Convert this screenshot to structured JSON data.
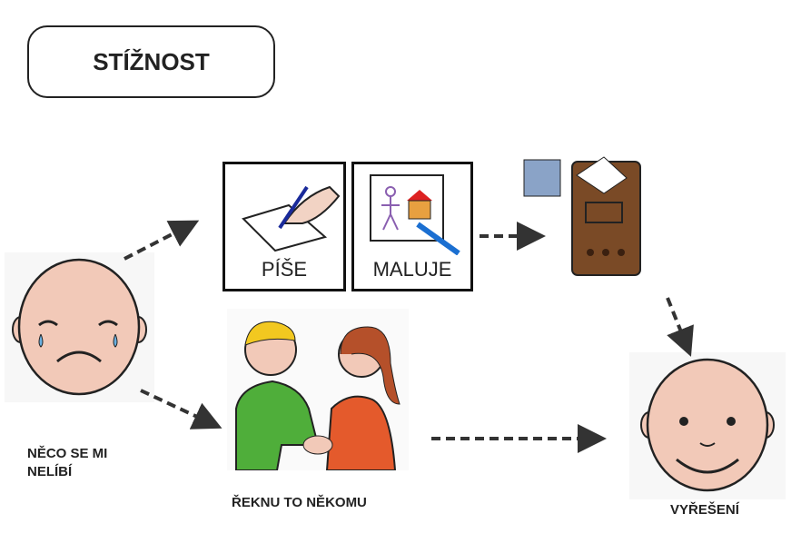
{
  "title": "STÍŽNOST",
  "nodes": {
    "start": {
      "label_line1": "NĚCO SE MI",
      "label_line2": "NELÍBÍ"
    },
    "write": {
      "label": "PÍŠE"
    },
    "draw": {
      "label": "MALUJE"
    },
    "tell": {
      "label": "ŘEKNU TO NĚKOMU"
    },
    "resolved": {
      "label": "VYŘEŠENÍ"
    }
  },
  "colors": {
    "skin": "#f2c9b8",
    "arrow": "#333333",
    "mailbox": "#7a4a26"
  }
}
